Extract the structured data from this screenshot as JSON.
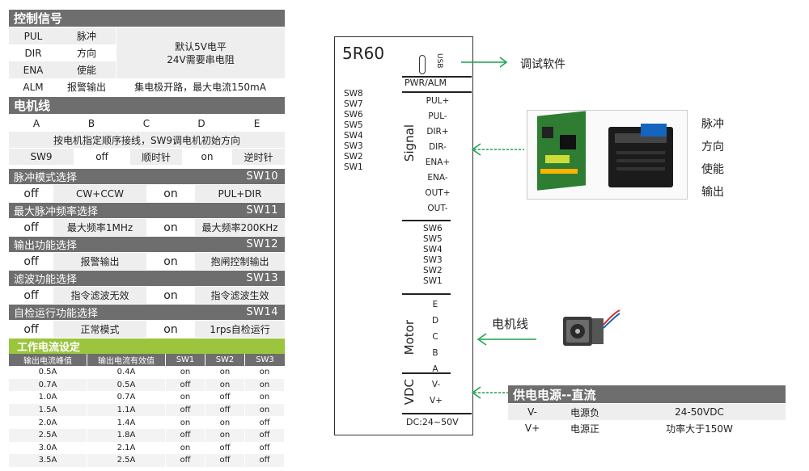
{
  "control": {
    "title": "控制信号",
    "signals": [
      {
        "name": "PUL",
        "func": "脉冲"
      },
      {
        "name": "DIR",
        "func": "方向"
      },
      {
        "name": "ENA",
        "func": "使能"
      }
    ],
    "note_line1": "默认5V电平",
    "note_line2": "24V需要串电阻",
    "alm_name": "ALM",
    "alm_func": "报警输出",
    "alm_note": "集电极开路，最大电流150mA"
  },
  "motor_line": {
    "title": "电机线",
    "letters": [
      "A",
      "B",
      "C",
      "D",
      "E"
    ],
    "note": "按电机指定顺序接线，SW9调电机初始方向",
    "sw9": {
      "label": "SW9",
      "off": "off",
      "off_desc": "顺时针",
      "on": "on",
      "on_desc": "逆时针"
    }
  },
  "switch_sections": [
    {
      "title": "脉冲模式选择",
      "code": "SW10",
      "off": "off",
      "off_desc": "CW+CCW",
      "on": "on",
      "on_desc": "PUL+DIR"
    },
    {
      "title": "最大脉冲频率选择",
      "code": "SW11",
      "off": "off",
      "off_desc": "最大频率1MHz",
      "on": "on",
      "on_desc": "最大频率200KHz"
    },
    {
      "title": "输出功能选择",
      "code": "SW12",
      "off": "off",
      "off_desc": "报警输出",
      "on": "on",
      "on_desc": "抱闸控制输出"
    },
    {
      "title": "滤波功能选择",
      "code": "SW13",
      "off": "off",
      "off_desc": "指令滤波无效",
      "on": "on",
      "on_desc": "指令滤波生效"
    },
    {
      "title": "自检运行功能选择",
      "code": "SW14",
      "off": "off",
      "off_desc": "正常模式",
      "on": "on",
      "on_desc": "1rps自检运行"
    }
  ],
  "current": {
    "title": "工作电流设定",
    "headers": [
      "输出电流峰值",
      "输出电流有效值",
      "SW1",
      "SW2",
      "SW3"
    ],
    "rows": [
      [
        "0.5A",
        "0.4A",
        "on",
        "on",
        "on"
      ],
      [
        "0.7A",
        "0.5A",
        "off",
        "on",
        "on"
      ],
      [
        "1.0A",
        "0.7A",
        "on",
        "off",
        "on"
      ],
      [
        "1.5A",
        "1.1A",
        "off",
        "off",
        "on"
      ],
      [
        "2.0A",
        "1.4A",
        "on",
        "on",
        "off"
      ],
      [
        "2.5A",
        "1.8A",
        "off",
        "on",
        "off"
      ],
      [
        "3.0A",
        "2.1A",
        "on",
        "off",
        "off"
      ],
      [
        "3.5A",
        "2.5A",
        "off",
        "off",
        "off"
      ]
    ]
  },
  "driver": {
    "model": "5R60",
    "usb": "USB",
    "pwr_alm": "PWR/ALM",
    "sw_top": [
      "SW8",
      "SW7",
      "SW6",
      "SW5",
      "SW4",
      "SW3",
      "SW2",
      "SW1"
    ],
    "signal_label": "Signal",
    "signals": [
      "PUL+",
      "PUL-",
      "DIR+",
      "DIR-",
      "ENA+",
      "ENA-",
      "OUT+",
      "OUT-"
    ],
    "sw_mid": [
      "SW6",
      "SW5",
      "SW4",
      "SW3",
      "SW2",
      "SW1"
    ],
    "motor_label": "Motor",
    "motor_pins": [
      "E",
      "D",
      "C",
      "B",
      "A"
    ],
    "vdc_label": "VDC",
    "vdc_pins": [
      "V-",
      "V+"
    ],
    "dc_range": "DC:24~50V"
  },
  "right": {
    "debug_software": "调试软件",
    "ctrl_labels": [
      "脉冲",
      "方向",
      "使能",
      "输出"
    ],
    "motor_cable": "电机线"
  },
  "power": {
    "title": "供电电源--直流",
    "rows": [
      {
        "pin": "V-",
        "name": "电源负",
        "desc": "24-50VDC"
      },
      {
        "pin": "V+",
        "name": "电源正",
        "desc": "功率大于150W"
      }
    ]
  },
  "colors": {
    "bar": "#6e6e6e",
    "arrow": "#1aa34a",
    "green_bar": "#9bc53d"
  }
}
